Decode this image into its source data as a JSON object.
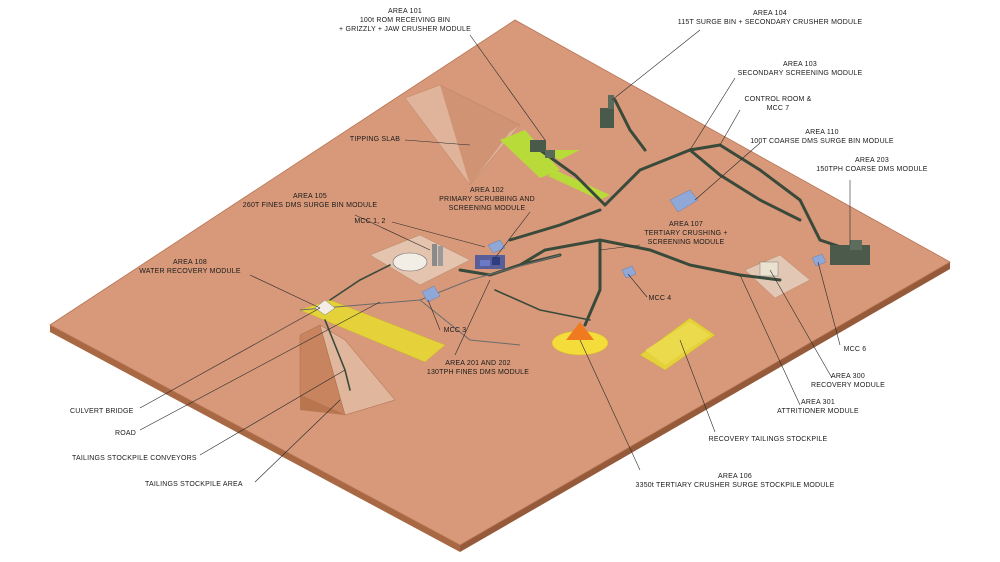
{
  "colors": {
    "ground": "#d7997a",
    "ground_edge": "#b87352",
    "ground_side": "#a86844",
    "pad_light": "#e9cfbd",
    "stockpile_yellow": "#e5d23a",
    "slab_green": "#b8db3a",
    "cone_orange": "#f07a20",
    "cone_base": "#f4dc3a",
    "steel": "#3c4a3e",
    "building_blue": "#8fa8d8"
  },
  "labels": {
    "area101_title": "AREA 101",
    "area101_line1": "100t ROM RECEIVING BIN",
    "area101_line2": "+ GRIZZLY + JAW CRUSHER MODULE",
    "area104_title": "AREA 104",
    "area104_line1": "115T SURGE BIN + SECONDARY CRUSHER MODULE",
    "area103_title": "AREA 103",
    "area103_line1": "SECONDARY SCREENING MODULE",
    "control_room_line1": "CONTROL ROOM &",
    "control_room_line2": "MCC 7",
    "area110_title": "AREA 110",
    "area110_line1": "100T COARSE DMS SURGE BIN MODULE",
    "area203_title": "AREA 203",
    "area203_line1": "150TPH COARSE DMS MODULE",
    "tipping_slab": "TIPPING SLAB",
    "area102_title": "AREA 102",
    "area102_line1": "PRIMARY SCRUBBING AND",
    "area102_line2": "SCREENING MODULE",
    "area105_title": "AREA 105",
    "area105_line1": "260T FINES DMS SURGE BIN MODULE",
    "mcc12": "MCC 1, 2",
    "area107_title": "AREA 107",
    "area107_line1": "TERTIARY CRUSHING +",
    "area107_line2": "SCREENING MODULE",
    "area108_title": "AREA 108",
    "area108_line1": "WATER RECOVERY MODULE",
    "mcc4": "MCC 4",
    "mcc3": "MCC 3",
    "area201_title": "AREA 201 AND 202",
    "area201_line1": "130TPH FINES DMS MODULE",
    "mcc6": "MCC 6",
    "area300_title": "AREA 300",
    "area300_line1": "RECOVERY MODULE",
    "area301_title": "AREA 301",
    "area301_line1": "ATTRITIONER MODULE",
    "culvert_bridge": "CULVERT BRIDGE",
    "road": "ROAD",
    "tailings_conveyors": "TAILINGS STOCKPILE CONVEYORS",
    "tailings_area": "TAILINGS STOCKPILE AREA",
    "recovery_tailings": "RECOVERY TAILINGS STOCKPILE",
    "area106_title": "AREA 106",
    "area106_line1": "3350t TERTIARY CRUSHER SURGE STOCKPILE MODULE"
  }
}
